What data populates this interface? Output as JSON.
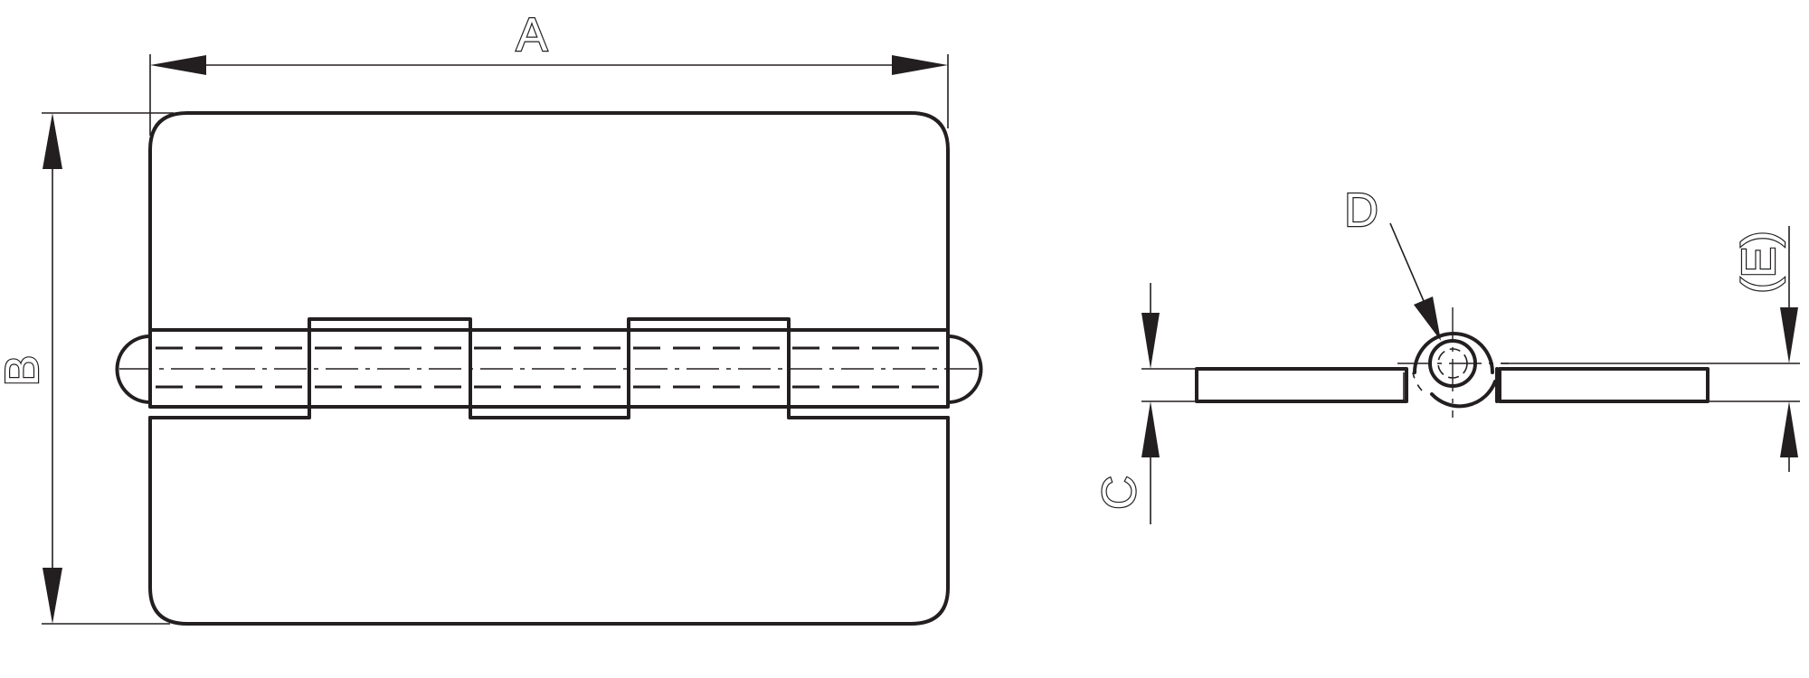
{
  "labels": {
    "a": "A",
    "b": "B",
    "c": "C",
    "d": "D",
    "e": "(E)"
  },
  "colors": {
    "line": "#231f20",
    "background": "#ffffff"
  }
}
